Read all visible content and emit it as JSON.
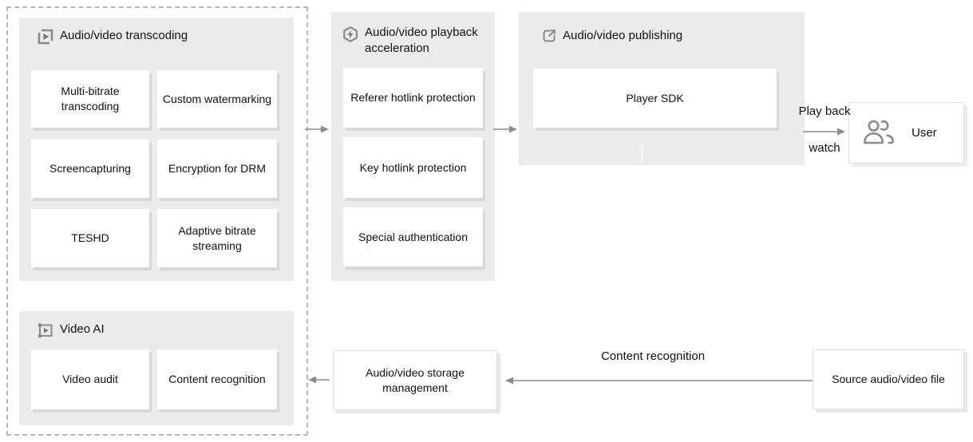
{
  "diagram": {
    "groups": {
      "transcoding": {
        "title": "Audio/video transcoding",
        "icon": "video-transcoding-icon",
        "items": [
          "Multi-bitrate transcoding",
          "Custom watermarking",
          "Screencapturing",
          "Encryption for DRM",
          "TESHD",
          "Adaptive bitrate streaming"
        ]
      },
      "video_ai": {
        "title": "Video AI",
        "icon": "video-ai-icon",
        "items": [
          "Video audit",
          "Content recognition"
        ]
      },
      "playback_acceleration": {
        "title": "Audio/video playback acceleration",
        "icon": "acceleration-icon",
        "items": [
          "Referer hotlink protection",
          "Key hotlink protection",
          "Special authentication"
        ]
      },
      "publishing": {
        "title": "Audio/video publishing",
        "icon": "publish-icon",
        "items": [
          "Player SDK"
        ]
      }
    },
    "nodes": {
      "user": "User",
      "user_icon": "users-icon",
      "storage": "Audio/video storage management",
      "source": "Source audio/video file"
    },
    "edge_labels": {
      "play_back": "Play back",
      "watch": "watch",
      "content_recognition": "Content recognition"
    },
    "colors": {
      "section_bg": "#ebebeb",
      "box_bg": "#ffffff",
      "dashed_border": "#b8b8b8",
      "arrow": "#8c8c8c",
      "icon": "#8a8a8a",
      "text": "#111111"
    }
  }
}
